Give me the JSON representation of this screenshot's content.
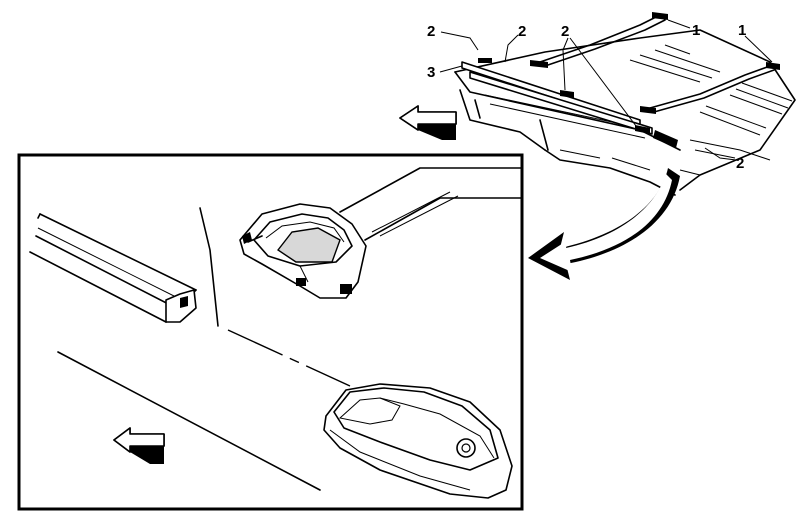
{
  "callouts": {
    "c1a": "1",
    "c1b": "1",
    "c2a": "2",
    "c2b": "2",
    "c2c": "2",
    "c2d": "2",
    "c3": "3"
  },
  "icons": {
    "front_arrow": "front-direction-arrow",
    "detail_arrow": "detail-callout-arrow"
  }
}
